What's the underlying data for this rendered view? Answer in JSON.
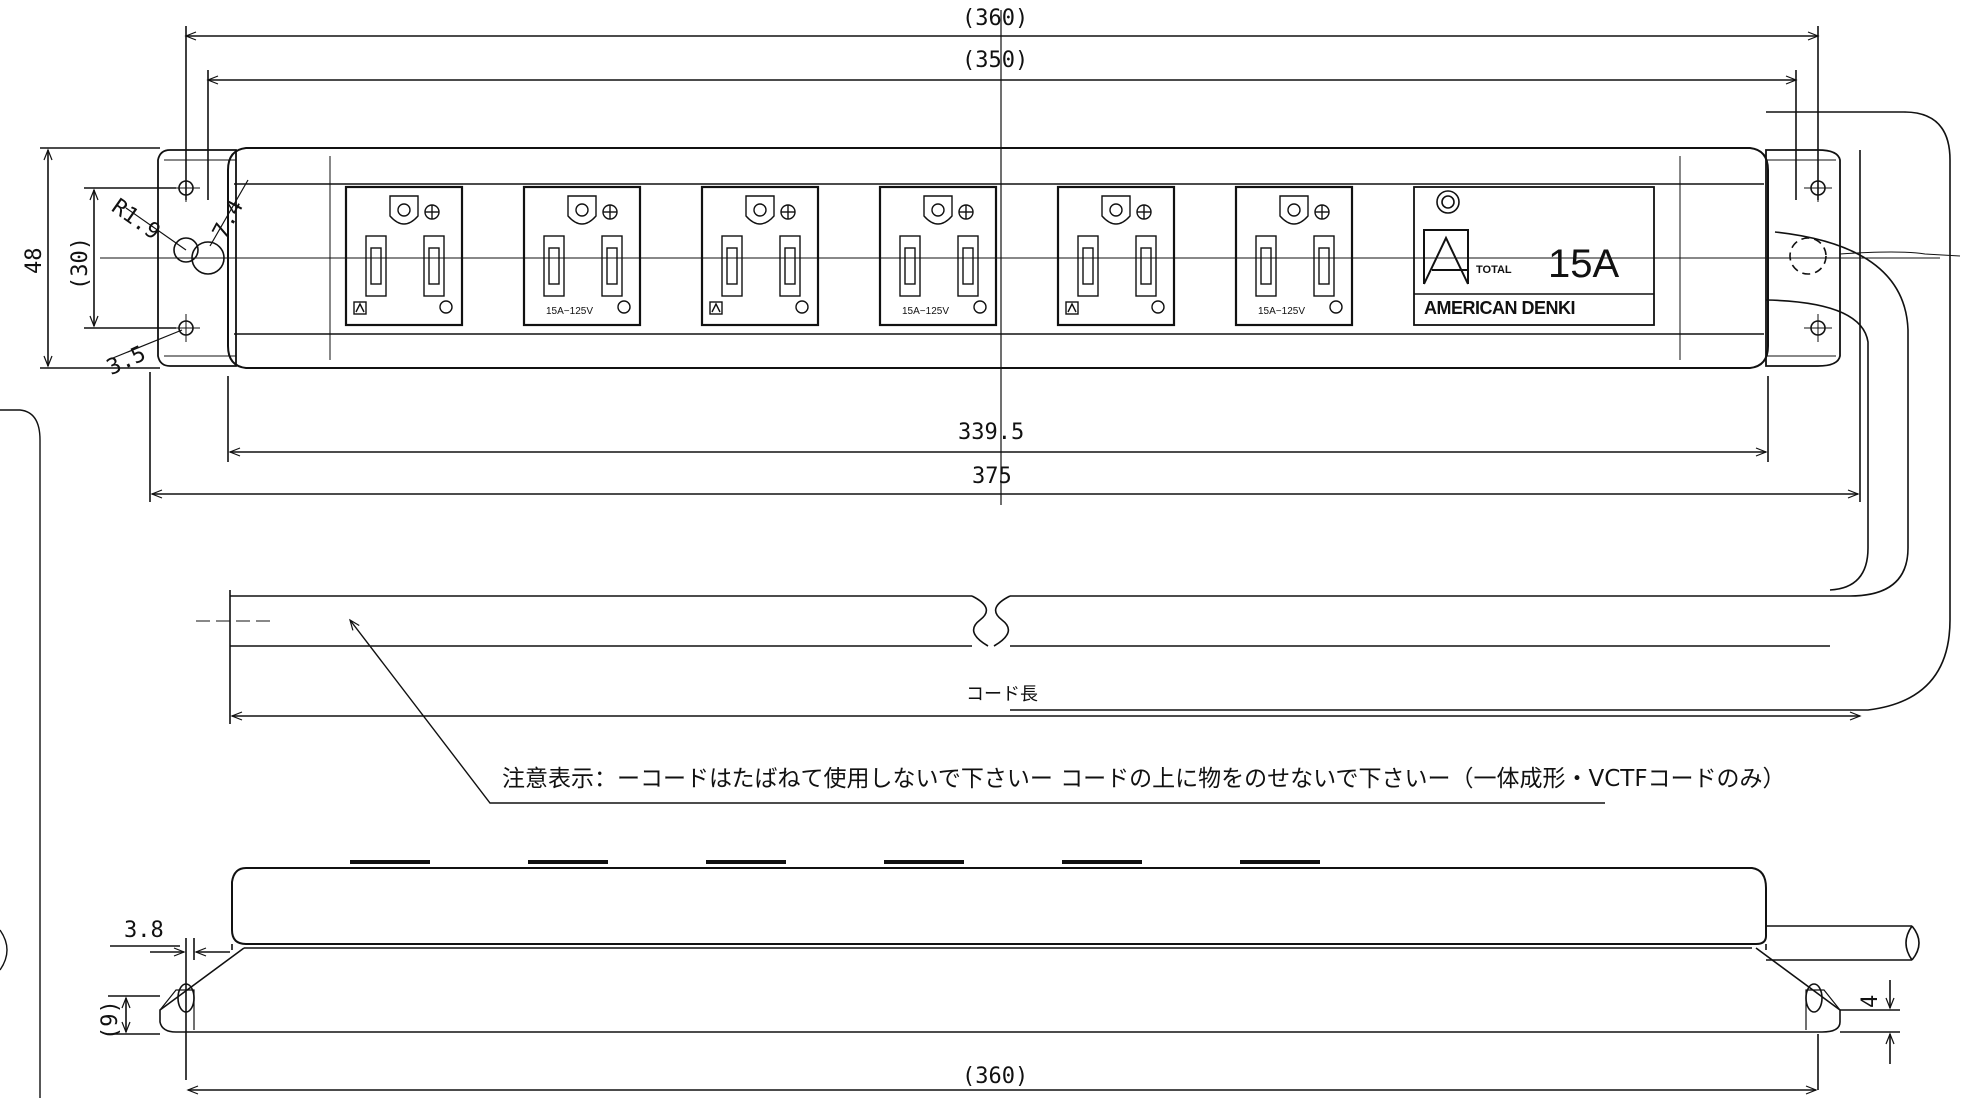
{
  "dimensions": {
    "top_overall": "(360)",
    "top_inner": "(350)",
    "body_length": "339.5",
    "total_length": "375",
    "height": "48",
    "mount_spacing": "(30)",
    "radius": "R1.9",
    "slot": "7.4",
    "hole": "3.5",
    "side_offset": "3.8",
    "side_height": "(9)",
    "side_foot": "4",
    "bottom_overall": "(360)"
  },
  "labels": {
    "cord_length": "コード長",
    "caution": "注意表示：ーコードはたばねて使用しないで下さいー コードの上に物をのせないで下さいー（一体成形・VCTFコードのみ）"
  },
  "panel": {
    "brand_total": "TOTAL",
    "brand_amp": "15A",
    "brand_name": "AMERICAN DENKI"
  },
  "outlets": [
    {
      "rating": ""
    },
    {
      "rating": "15A−125V"
    },
    {
      "rating": ""
    },
    {
      "rating": "15A−125V"
    },
    {
      "rating": ""
    },
    {
      "rating": "15A−125V"
    }
  ]
}
